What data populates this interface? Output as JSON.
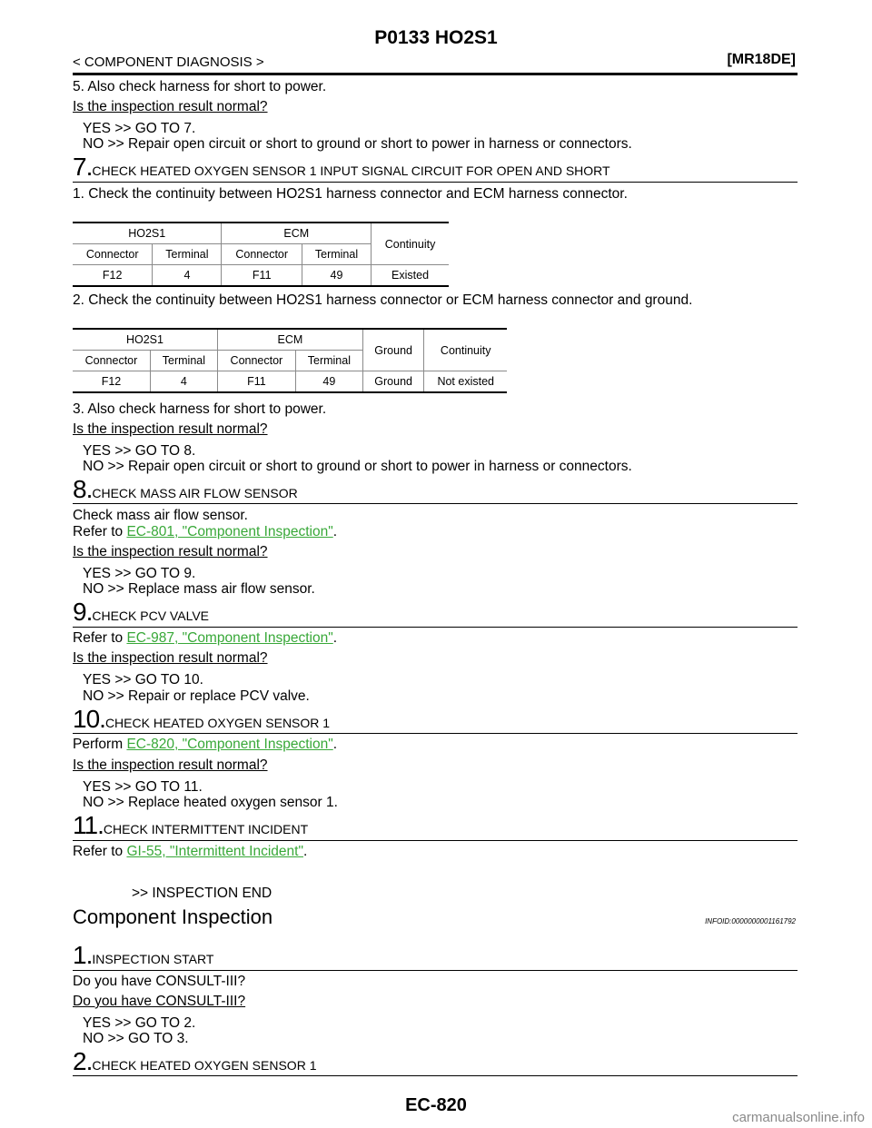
{
  "header": {
    "title": "P0133 HO2S1",
    "section": "< COMPONENT DIAGNOSIS >",
    "engine": "[MR18DE]"
  },
  "step6_tail": {
    "item5": "5.   Also check harness for short to power.",
    "question": "Is the inspection result normal?",
    "yes": "YES     >> GO TO 7.",
    "no": "NO      >> Repair open circuit or short to ground or short to power in harness or connectors."
  },
  "step7": {
    "num": "7.",
    "title": "CHECK HEATED OXYGEN SENSOR 1 INPUT SIGNAL CIRCUIT FOR OPEN AND SHORT",
    "item1": "1.   Check the continuity between HO2S1 harness connector and ECM harness connector.",
    "table1": {
      "h_ho2s1": "HO2S1",
      "h_ecm": "ECM",
      "h_cont": "Continuity",
      "h_conn1": "Connector",
      "h_term1": "Terminal",
      "h_conn2": "Connector",
      "h_term2": "Terminal",
      "r_conn1": "F12",
      "r_term1": "4",
      "r_conn2": "F11",
      "r_term2": "49",
      "r_cont": "Existed"
    },
    "item2": "2.   Check the continuity between HO2S1 harness connector or ECM harness connector and ground.",
    "table2": {
      "h_ho2s1": "HO2S1",
      "h_ecm": "ECM",
      "h_ground": "Ground",
      "h_cont": "Continuity",
      "h_conn1": "Connector",
      "h_term1": "Terminal",
      "h_conn2": "Connector",
      "h_term2": "Terminal",
      "r_conn1": "F12",
      "r_term1": "4",
      "r_conn2": "F11",
      "r_term2": "49",
      "r_ground": "Ground",
      "r_cont": "Not existed"
    },
    "item3": "3.   Also check harness for short to power.",
    "question": "Is the inspection result normal?",
    "yes": "YES     >> GO TO 8.",
    "no": "NO      >> Repair open circuit or short to ground or short to power in harness or connectors."
  },
  "step8": {
    "num": "8.",
    "title": "CHECK MASS AIR FLOW SENSOR",
    "line1": "Check mass air flow sensor.",
    "refer": "Refer to ",
    "link": "EC-801, \"Component Inspection\"",
    "dot": ".",
    "question": "Is the inspection result normal?",
    "yes": "YES     >> GO TO 9.",
    "no": "NO      >> Replace mass air flow sensor."
  },
  "step9": {
    "num": "9.",
    "title": "CHECK PCV VALVE",
    "refer": "Refer to ",
    "link": "EC-987, \"Component Inspection\"",
    "dot": ".",
    "question": "Is the inspection result normal?",
    "yes": "YES     >> GO TO 10.",
    "no": "NO      >> Repair or replace PCV valve."
  },
  "step10": {
    "num": "10.",
    "title": "CHECK HEATED OXYGEN SENSOR 1",
    "refer": "Perform ",
    "link": "EC-820, \"Component Inspection\"",
    "dot": ".",
    "question": "Is the inspection result normal?",
    "yes": "YES     >> GO TO 11.",
    "no": "NO      >> Replace heated oxygen sensor 1."
  },
  "step11": {
    "num": "11.",
    "title": "CHECK INTERMITTENT INCIDENT",
    "refer": "Refer to ",
    "link": "GI-55, \"Intermittent Incident\"",
    "dot": ".",
    "end": ">> INSPECTION END"
  },
  "component": {
    "heading": "Component Inspection",
    "infoid": "INFOID:0000000001161792",
    "step1_num": "1.",
    "step1_title": "INSPECTION START",
    "q_plain": "Do you have CONSULT-III?",
    "q_underlined": "Do you have CONSULT-III?",
    "yes": "YES     >> GO TO 2.",
    "no": "NO      >> GO TO 3.",
    "step2_num": "2.",
    "step2_title": "CHECK HEATED OXYGEN SENSOR 1"
  },
  "footer": {
    "page": "EC-820",
    "watermark": "carmanualsonline.info"
  },
  "colors": {
    "link": "#38a838",
    "watermark": "#8a8a8a"
  }
}
